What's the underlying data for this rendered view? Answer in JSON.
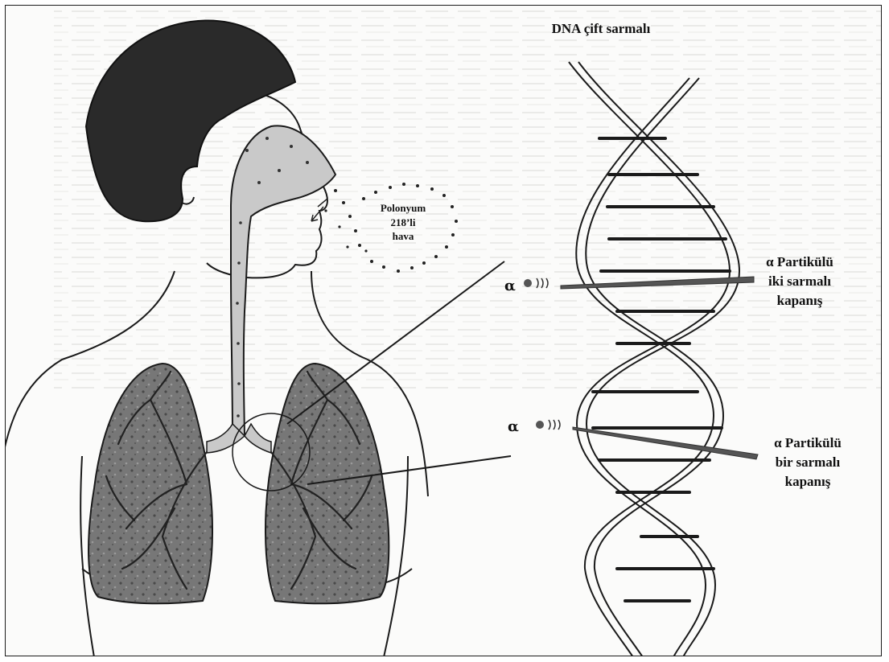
{
  "title": "DNA çift sarmalı",
  "polonium": {
    "line1": "Polonyum",
    "line2": "218’li",
    "line3": "hava"
  },
  "alpha_symbol": "α",
  "label_double": {
    "line1": "α Partikülü",
    "line2": "iki sarmalı",
    "line3": "kapanış"
  },
  "label_single": {
    "line1": "α Partikülü",
    "line2": "bir sarmalı",
    "line3": "kapanış"
  },
  "colors": {
    "ink": "#1a1a1a",
    "lung_fill": "#8a8a8a",
    "airway_fill": "#c9c9c9",
    "hair": "#2a2a2a"
  }
}
